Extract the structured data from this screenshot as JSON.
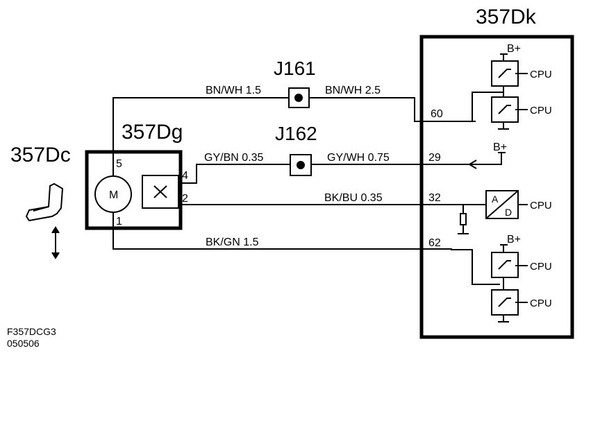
{
  "components": {
    "control_unit": "357Dk",
    "seat_unit": "357Dg",
    "seat": "357Dc",
    "motor_label": "M"
  },
  "connectors": {
    "j161": "J161",
    "j162": "J162"
  },
  "wires": {
    "w1_left": "BN/WH  1.5",
    "w1_right": "BN/WH  2.5",
    "w2_left": "GY/BN  0.35",
    "w2_right": "GY/WH  0.75",
    "w3": "BK/BU    0.35",
    "w4": "BK/GN  1.5"
  },
  "pins": {
    "p5": "5",
    "p4": "4",
    "p2": "2",
    "p1": "1",
    "p60": "60",
    "p29": "29",
    "p32": "32",
    "p62": "62"
  },
  "internal": {
    "cpu": "CPU",
    "bplus": "B+",
    "adc_a": "A",
    "adc_d": "D"
  },
  "footer": {
    "code": "F357DCG3",
    "date": "050506"
  }
}
